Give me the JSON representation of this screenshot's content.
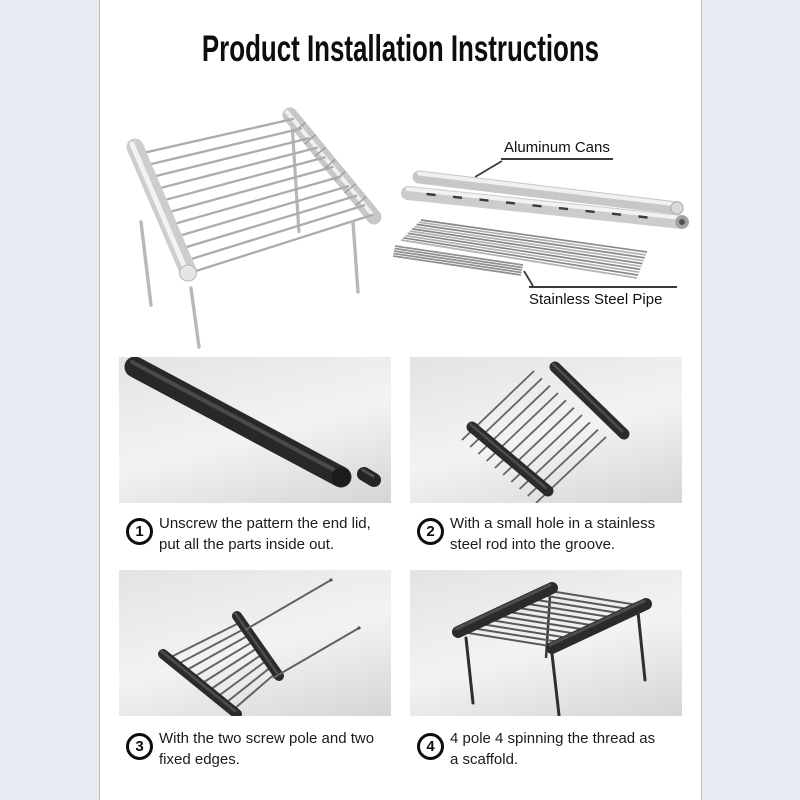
{
  "title": "Product Installation Instructions",
  "parts_diagram": {
    "aluminum_cans_label": "Aluminum Cans",
    "stainless_steel_pipe_label": "Stainless Steel Pipe"
  },
  "steps": [
    {
      "number": "1",
      "text": "Unscrew the pattern the end lid,\nput all the parts inside out."
    },
    {
      "number": "2",
      "text": "With a small hole in a stainless\nsteel rod into the groove."
    },
    {
      "number": "3",
      "text": "With the two screw pole and two\nfixed edges."
    },
    {
      "number": "4",
      "text": "4 pole 4 spinning the thread as\na scaffold."
    }
  ],
  "illustrations": {
    "hero_left": "assembled-aluminum-grill",
    "hero_right": "parts-aluminum-cans-and-stainless-pipes",
    "step_1": "black-tube-with-unscrewed-end-cap",
    "step_2": "rods-inserted-into-tube-groove",
    "step_3": "grate-with-two-screw-poles",
    "step_4": "assembled-grill-on-four-legs"
  },
  "colors": {
    "page_background": "#e9ebf2",
    "card_background": "#ffffff",
    "panel_background_top": "#e2e3e5",
    "panel_background_bottom": "#d4d5d7",
    "text": "#1b1b1b",
    "tube_black": "#2b2b2b",
    "metal_silver": "#c6c7c9",
    "rod_gray": "#9a9b9e"
  }
}
